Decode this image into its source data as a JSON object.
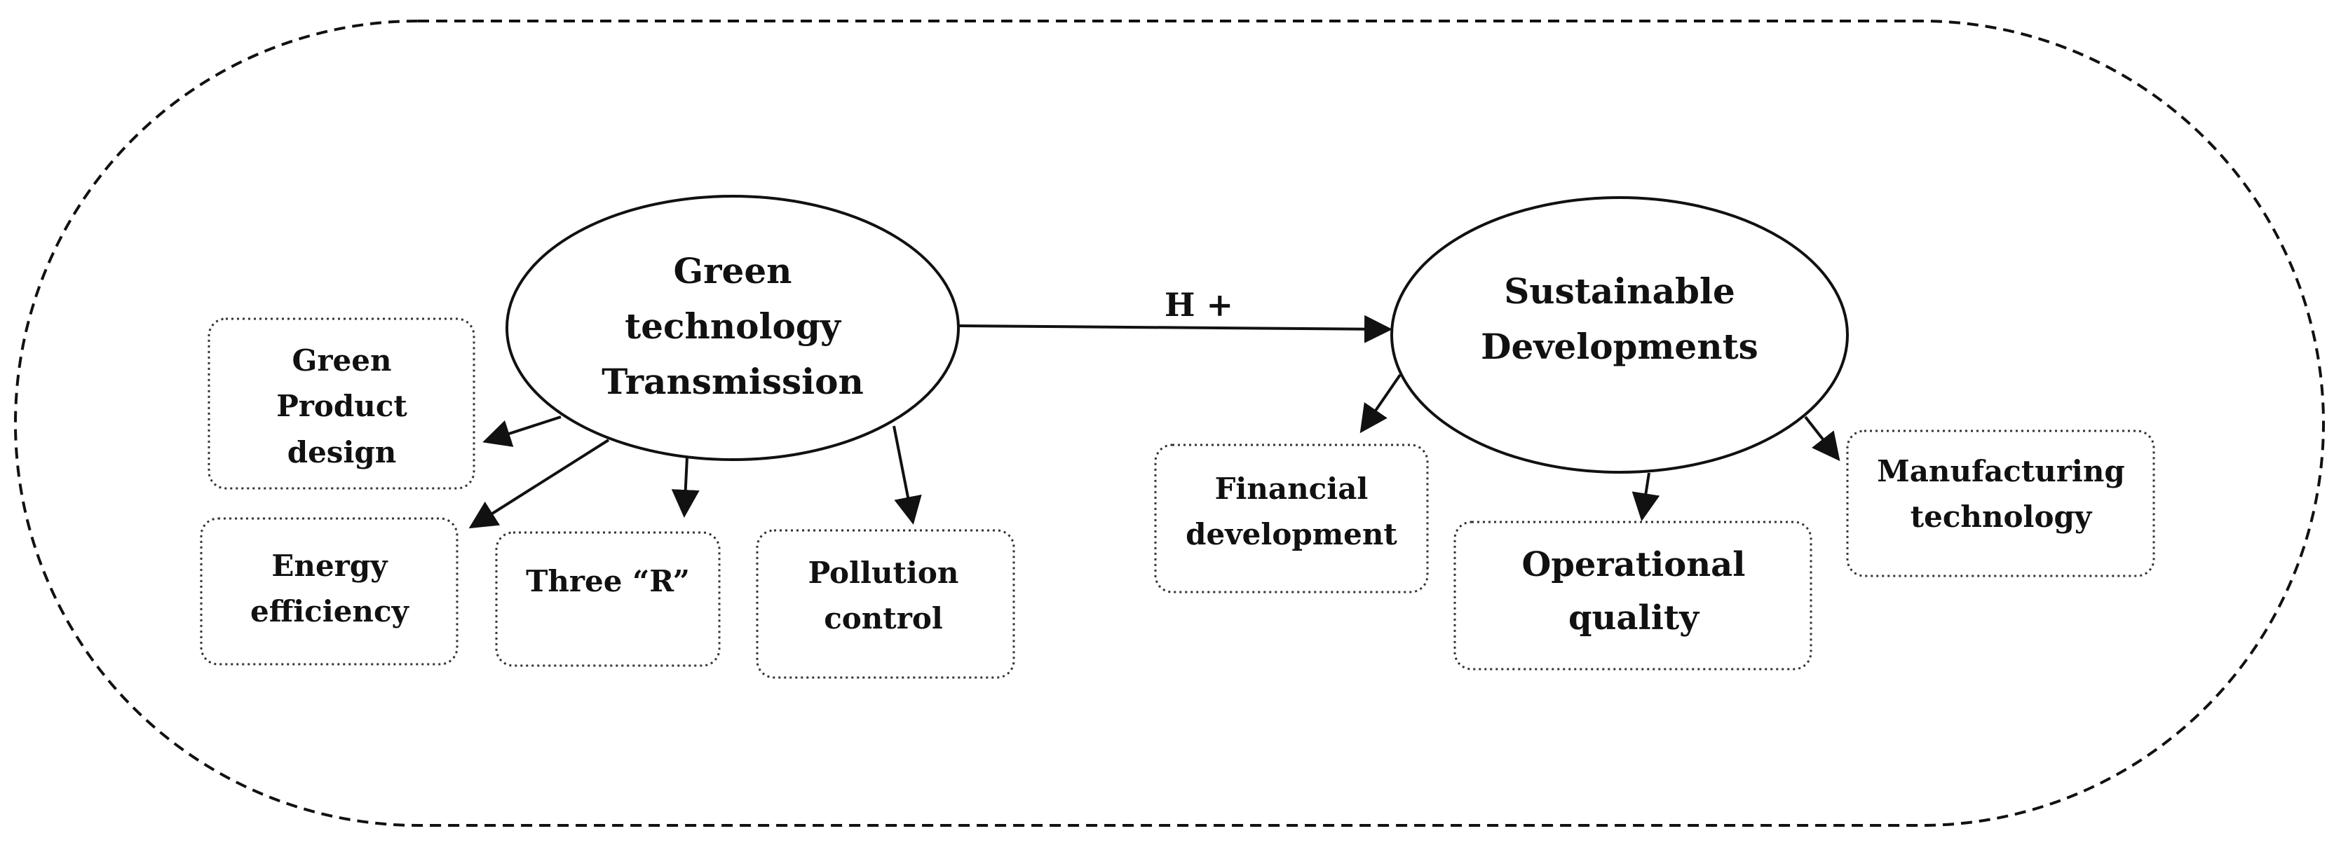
{
  "diagram": {
    "nodes": {
      "green_tech": "Green technology Transmission",
      "sustainable": "Sustainable Developments"
    },
    "sub_factors_left": {
      "green_product": "Green Product design",
      "energy": "Energy efficiency",
      "three_r": "Three “R”",
      "pollution": "Pollution control"
    },
    "sub_factors_right": {
      "financial": "Financial development",
      "operational": "Operational quality",
      "manufacturing": "Manufacturing technology"
    },
    "hypothesis_label": "H +"
  },
  "colors": {
    "stroke": "#111111",
    "background": "#ffffff"
  }
}
